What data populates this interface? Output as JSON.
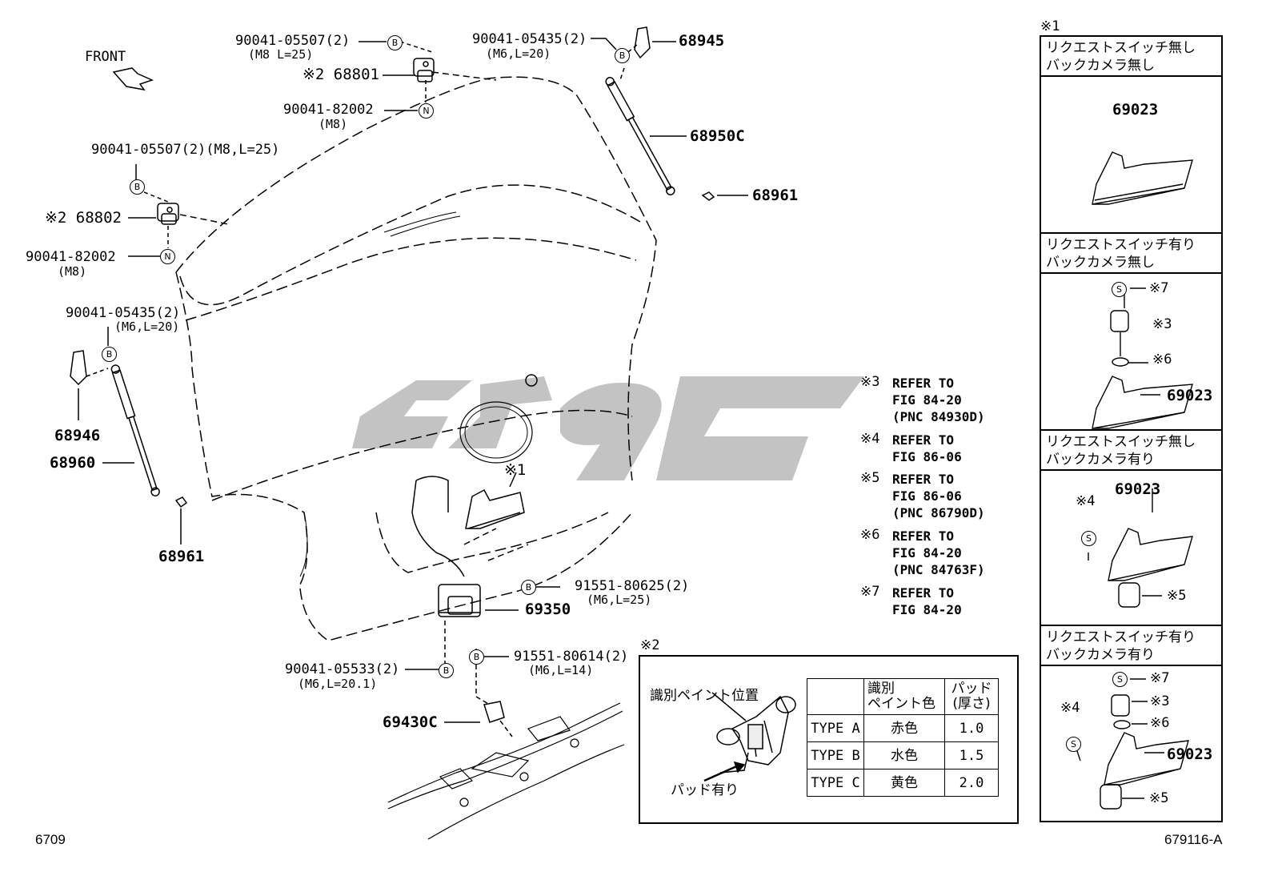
{
  "front_label": "FRONT",
  "parts": {
    "bolt_top": "90041-05507(2)",
    "bolt_top_spec": "(M8 L=25)",
    "hinge_1": "※2 68801",
    "nut_top": "90041-82002",
    "nut_top_spec": "(M8)",
    "bolt_top_right": "90041-05435(2)",
    "bolt_top_right_spec": "(M6,L=20)",
    "bracket_right": "68945",
    "strut_right": "68950C",
    "stud_right": "68961",
    "bolt_left": "90041-05507(2)(M8,L=25)",
    "hinge_2": "※2 68802",
    "nut_left": "90041-82002",
    "nut_left_spec": "(M8)",
    "bolt_left_lower": "90041-05435(2)",
    "bolt_left_lower_spec": "(M6,L=20)",
    "bracket_left": "68946",
    "strut_left": "68960",
    "stud_left": "68961",
    "note1_mark": "※1",
    "screw_lock": "91551-80625(2)",
    "screw_lock_spec": "(M6,L=25)",
    "lock": "69350",
    "bolt_striker": "90041-05533(2)",
    "bolt_striker_spec": "(M6,L=20.1)",
    "screw_striker": "91551-80614(2)",
    "screw_striker_spec": "(M6,L=14)",
    "striker": "69430C",
    "figure_code": "6709",
    "drawing_no": "679116-A"
  },
  "circle_marks": {
    "b": "B",
    "n": "N",
    "s": "S"
  },
  "references": [
    {
      "mark": "※3",
      "text": "REFER TO\nFIG 84-20\n(PNC 84930D)"
    },
    {
      "mark": "※4",
      "text": "REFER TO\nFIG 86-06"
    },
    {
      "mark": "※5",
      "text": "REFER TO\nFIG 86-06\n(PNC 86790D)"
    },
    {
      "mark": "※6",
      "text": "REFER TO\nFIG 84-20\n(PNC 84763F)"
    },
    {
      "mark": "※7",
      "text": "REFER TO\nFIG 84-20"
    }
  ],
  "inset_note1": {
    "title": "※1",
    "panels": [
      {
        "head_line1": "リクエストスイッチ無し",
        "head_line2": "バックカメラ無し",
        "part": "69023"
      },
      {
        "head_line1": "リクエストスイッチ有り",
        "head_line2": "バックカメラ無し",
        "part": "69023",
        "m7": "※7",
        "m3": "※3",
        "m6": "※6"
      },
      {
        "head_line1": "リクエストスイッチ無し",
        "head_line2": "バックカメラ有り",
        "part": "69023",
        "m4": "※4",
        "m5": "※5"
      },
      {
        "head_line1": "リクエストスイッチ有り",
        "head_line2": "バックカメラ有り",
        "part": "69023",
        "m7": "※7",
        "m3": "※3",
        "m6": "※6",
        "m4": "※4",
        "m5": "※5"
      }
    ]
  },
  "inset_note2": {
    "title": "※2",
    "paint_position_label": "識別ペイント位置",
    "pad_label": "パッド有り",
    "table_headers": [
      "",
      "識別\nペイント色",
      "パッド\n(厚さ)"
    ],
    "table_rows": [
      [
        "TYPE A",
        "赤色",
        "1.0"
      ],
      [
        "TYPE B",
        "水色",
        "1.5"
      ],
      [
        "TYPE C",
        "黄色",
        "2.0"
      ]
    ]
  },
  "colors": {
    "line": "#000000",
    "watermark": "#bdbdbd"
  }
}
